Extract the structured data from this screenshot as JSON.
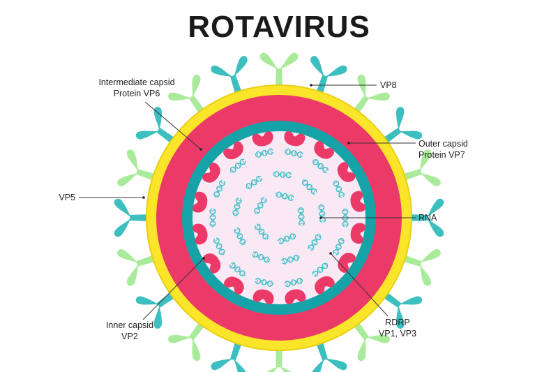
{
  "title": "ROTAVIRUS",
  "colors": {
    "outer_ring": "#fbe52a",
    "outer_ring_edge": "#e8cf12",
    "capsid_pink": "#ec3a68",
    "teal": "#16a3a8",
    "core": "#f8e9f5",
    "rdrp": "#ec3a68",
    "rna": "#43c0c8",
    "spike_dark": "#3dbfc0",
    "spike_light": "#a9eb9a"
  },
  "labels": {
    "intermediate_capsid": {
      "line1": "Intermediate capsid",
      "line2": "Protein VP6"
    },
    "vp8": {
      "line1": "VP8"
    },
    "outer_capsid": {
      "line1": "Outer capsid",
      "line2": "Protein VP7"
    },
    "vp5": {
      "line1": "VP5"
    },
    "rna": {
      "line1": "RNA"
    },
    "inner_capsid": {
      "line1": "Inner capsid",
      "line2": "VP2"
    },
    "rdrp": {
      "line1": "RDRP",
      "line2": "VP1, VP3"
    }
  }
}
